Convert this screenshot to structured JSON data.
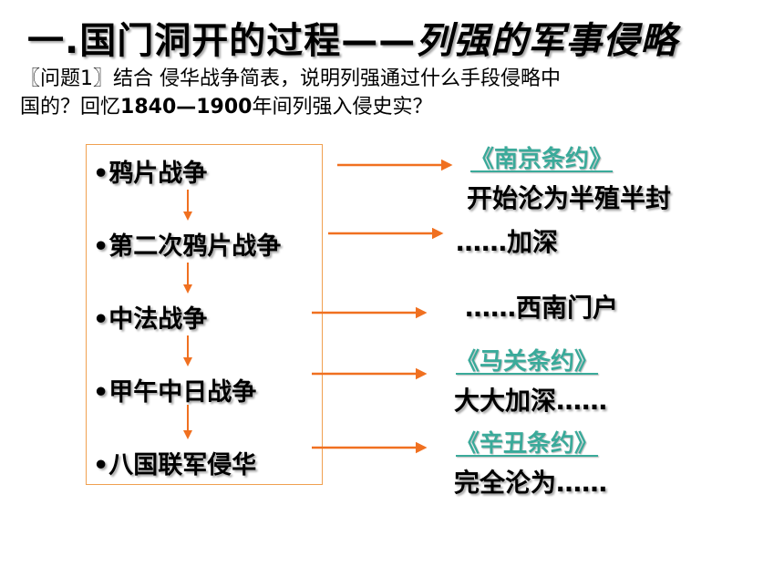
{
  "title": {
    "main": "一.国门洞开的过程——",
    "emphasis": "列强的军事侵略"
  },
  "question": {
    "tag": "〖问题1〗",
    "line1_rest": "结合 侵华战争简表，说明列强通过什么手段侵略中",
    "line2_prefix": "国的？回忆",
    "years": "1840—1900",
    "line2_suffix": "年间列强入侵史实？"
  },
  "wars": [
    "•鸦片战争",
    "•第二次鸦片战争",
    "•中法战争",
    "•甲午中日战争",
    "•八国联军侵华"
  ],
  "outcomes": {
    "treaty_nanjing": "《南京条约》",
    "result_1": "开始沦为半殖半封",
    "result_2": "……加深",
    "result_3": "……西南门户",
    "treaty_maguan": "《马关条约》",
    "result_4": "大大加深……",
    "treaty_xinchou": "《辛丑条约》",
    "result_5": "完全沦为……"
  },
  "colors": {
    "arrow": "#f07020",
    "box_border": "#f0a050",
    "treaty": "#3aaa9a"
  }
}
